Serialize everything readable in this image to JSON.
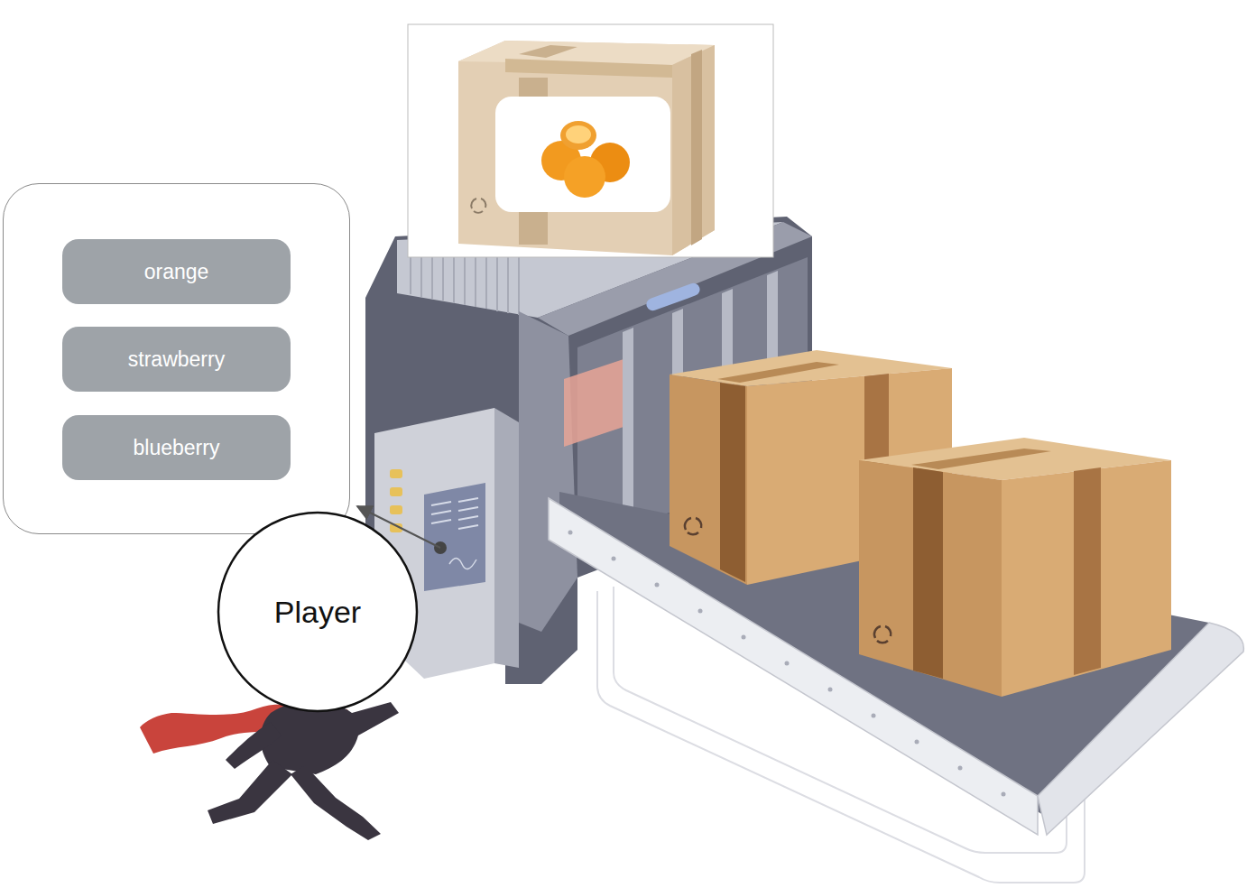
{
  "diagram": {
    "nodes": [
      {
        "text": []
      },
      {
        "text": [
          "orange"
        ],
        "in": 0
      },
      {
        "text": [
          "strawberry"
        ],
        "in": 0
      },
      {
        "text": [
          "blueberry"
        ],
        "in": 0
      },
      {
        "text": [
          "Player"
        ]
      }
    ]
  }
}
